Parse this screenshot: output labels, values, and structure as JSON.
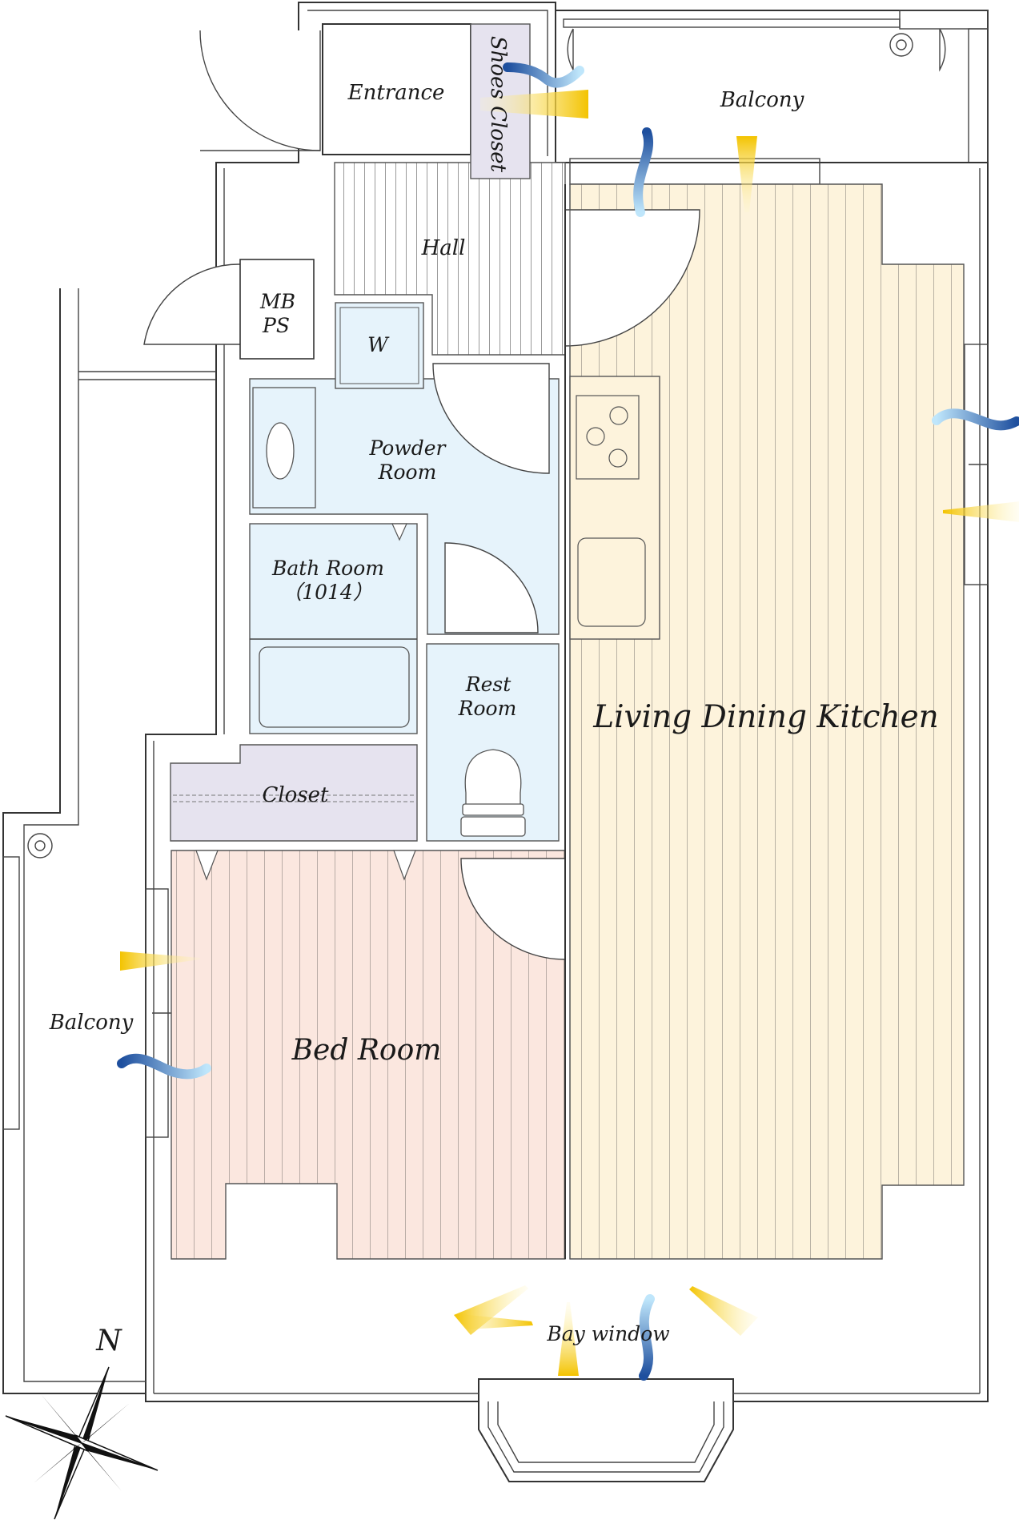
{
  "rooms": {
    "entrance": "Entrance",
    "shoes_closet": "Shoes Closet",
    "balcony_north": "Balcony",
    "hall": "Hall",
    "mb_ps_line1": "MB",
    "mb_ps_line2": "PS",
    "washer": "W",
    "powder_room_line1": "Powder",
    "powder_room_line2": "Room",
    "bath_room_line1": "Bath Room",
    "bath_room_line2": "（1014）",
    "rest_room_line1": "Rest",
    "rest_room_line2": "Room",
    "closet": "Closet",
    "ldk": "Living Dining Kitchen",
    "bed_room": "Bed Room",
    "balcony_west": "Balcony",
    "bay_window": "Bay window"
  },
  "compass": {
    "north_label": "N"
  },
  "colors": {
    "ldk_floor": "#fdf3dc",
    "bed_floor": "#fbe7df",
    "wet_area": "#e6f3fb",
    "closet": "#e6e3ef",
    "sun": "#f7d21e",
    "wind": "#2a5aa8"
  }
}
